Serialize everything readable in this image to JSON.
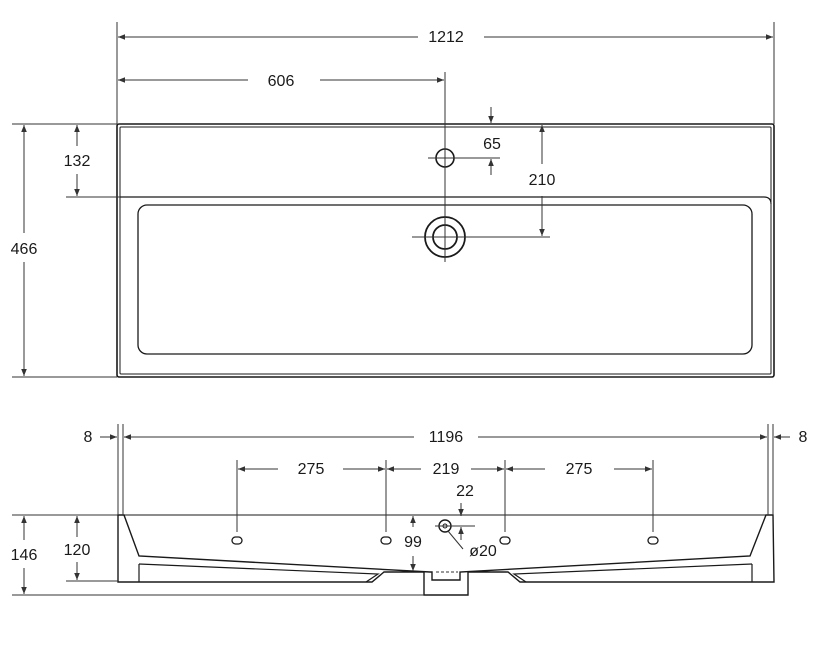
{
  "diagram": {
    "top_view": {
      "overall_width": "1212",
      "half_width": "606",
      "overall_depth": "466",
      "back_ledge_depth": "132",
      "faucet_hole_offset": "65",
      "drain_offset": "210"
    },
    "front_view": {
      "left_margin": "8",
      "inner_width": "1196",
      "right_margin": "8",
      "mount_spacing_left": "275",
      "mount_spacing_center": "219",
      "mount_spacing_right": "275",
      "overflow_offset": "22",
      "overflow_diameter": "ø20",
      "total_height": "146",
      "rim_height": "120",
      "bowl_depth": "99"
    }
  }
}
